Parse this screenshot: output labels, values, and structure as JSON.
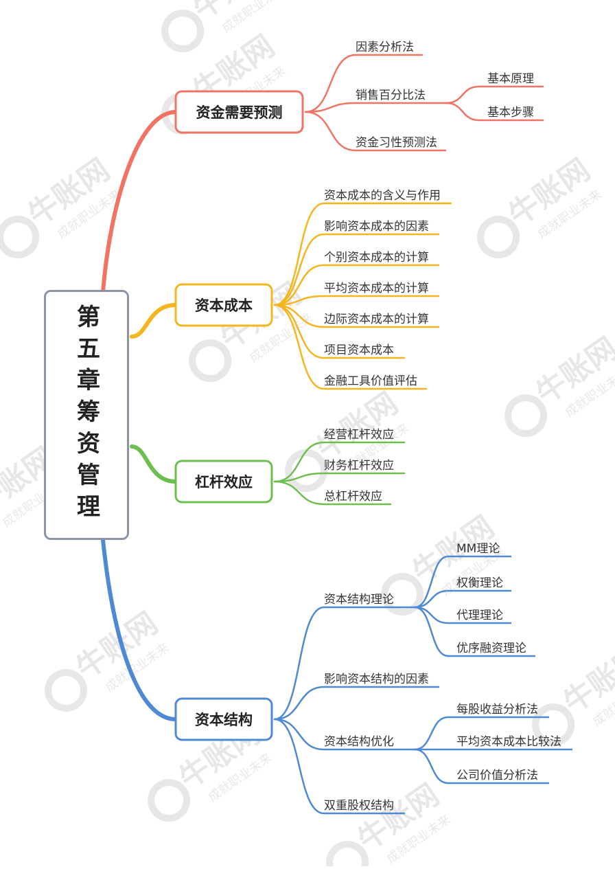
{
  "root": {
    "label": "第五章筹资管理"
  },
  "branches": [
    {
      "label": "资金需要预测",
      "color": "#f07363",
      "children": [
        {
          "label": "因素分析法"
        },
        {
          "label": "销售百分比法",
          "children": [
            {
              "label": "基本原理"
            },
            {
              "label": "基本步骤"
            }
          ]
        },
        {
          "label": "资金习性预测法"
        }
      ]
    },
    {
      "label": "资本成本",
      "color": "#f5b51f",
      "children": [
        {
          "label": "资本成本的含义与作用"
        },
        {
          "label": "影响资本成本的因素"
        },
        {
          "label": "个别资本成本的计算"
        },
        {
          "label": "平均资本成本的计算"
        },
        {
          "label": "边际资本成本的计算"
        },
        {
          "label": "项目资本成本"
        },
        {
          "label": "金融工具价值评估"
        }
      ]
    },
    {
      "label": "杠杆效应",
      "color": "#6cbf4f",
      "children": [
        {
          "label": "经营杠杆效应"
        },
        {
          "label": "财务杠杆效应"
        },
        {
          "label": "总杠杆效应"
        }
      ]
    },
    {
      "label": "资本结构",
      "color": "#4f89d3",
      "children": [
        {
          "label": "资本结构理论",
          "children": [
            {
              "label": "MM理论"
            },
            {
              "label": "权衡理论"
            },
            {
              "label": "代理理论"
            },
            {
              "label": "优序融资理论"
            }
          ]
        },
        {
          "label": "影响资本结构的因素"
        },
        {
          "label": "资本结构优化",
          "children": [
            {
              "label": "每股收益分析法"
            },
            {
              "label": "平均资本成本比较法"
            },
            {
              "label": "公司价值分析法"
            }
          ]
        },
        {
          "label": "双重股权结构"
        }
      ]
    }
  ],
  "watermark": {
    "brand": "牛账网",
    "slogan": "成就职业未来"
  }
}
